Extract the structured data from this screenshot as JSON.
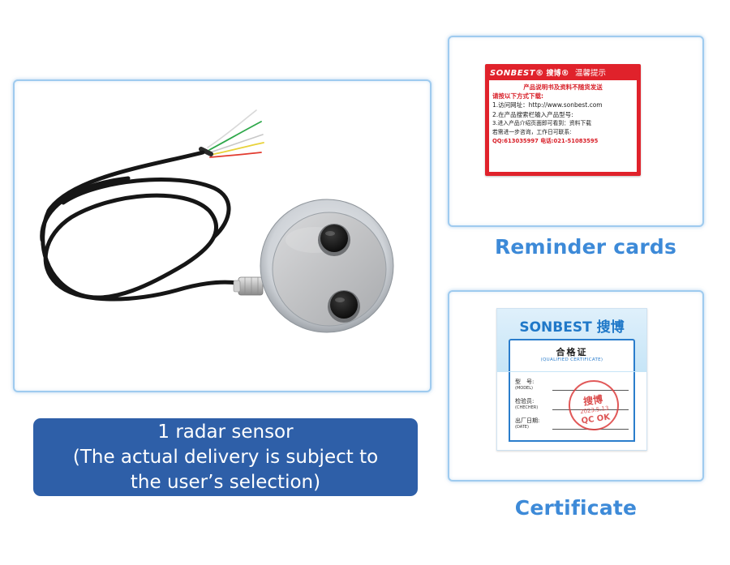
{
  "sensor": {
    "caption_line1": "1 radar sensor",
    "caption_line2": "(The actual delivery is subject to",
    "caption_line3": "the user’s selection)"
  },
  "reminder": {
    "caption": "Reminder cards",
    "card": {
      "brand": "SONBEST",
      "brand_cn": "搜博",
      "tip": "温馨提示",
      "line1": "产品说明书及资料不随货发送",
      "line2": "请按以下方式下载:",
      "line3": "1.访问网址：http://www.sonbest.com",
      "line4": "2.在产品搜索栏输入产品型号:",
      "line5": "3.进入产品介绍页面即可看到：资料下载",
      "line6": "若需进一步咨询，工作日可联系:",
      "line7": "QQ:613035997   电话:021-51083595"
    }
  },
  "certificate": {
    "caption": "Certificate",
    "card": {
      "brand": "SONBEST 搜博",
      "title": "合格证",
      "subtitle": "(QUALIFIED CERTIFICATE)",
      "model_cn": "型　号:",
      "model_en": "(MODEL)",
      "checker_cn": "检验员:",
      "checker_en": "(CHECHER)",
      "date_cn": "出厂日期:",
      "date_en": "(DATE)",
      "stamp_name": "搜博",
      "stamp_date": "2023.5.13",
      "stamp_qc": "QC OK"
    }
  },
  "colors": {
    "frame_border": "#9fcbef",
    "caption_blue": "#3d8ad8",
    "sensor_caption_bg": "#2e5fa8",
    "card_red": "#e0222b",
    "cert_blue": "#2a7dcc"
  }
}
